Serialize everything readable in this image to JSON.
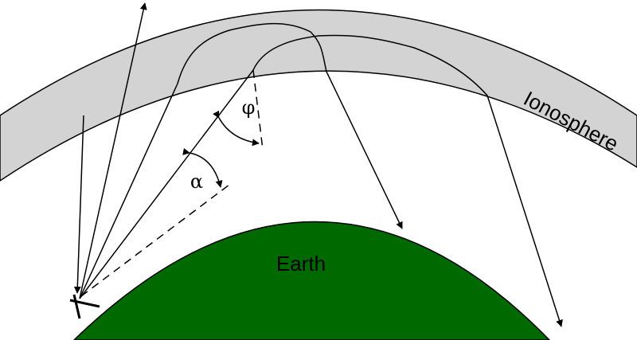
{
  "labels": {
    "earth": "Earth",
    "ionosphere": "Ionosphere",
    "alpha": "α",
    "phi": "φ"
  },
  "colors": {
    "earth_fill": "#006a00",
    "ionosphere_fill": "#d3d3d3",
    "line": "#000000"
  }
}
